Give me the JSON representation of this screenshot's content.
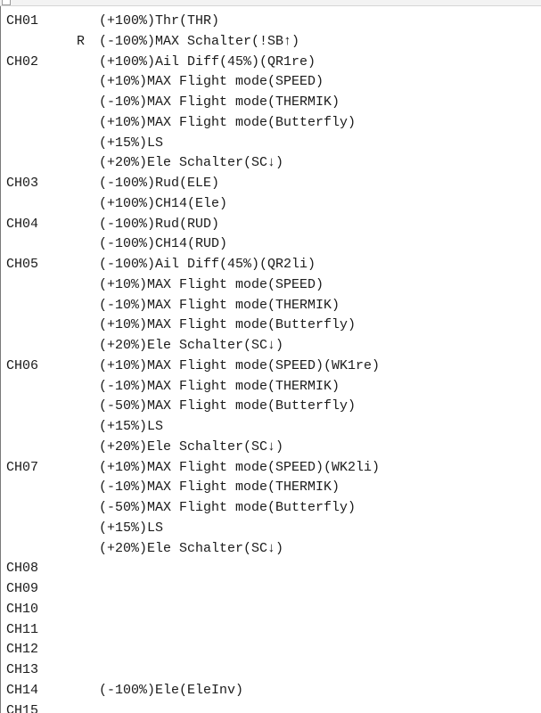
{
  "lines": [
    {
      "ch": "CH01",
      "flag": "",
      "mix": "(+100%)Thr(THR)"
    },
    {
      "ch": "",
      "flag": "R",
      "mix": "(-100%)MAX Schalter(!SB↑)"
    },
    {
      "ch": "CH02",
      "flag": "",
      "mix": "(+100%)Ail Diff(45%)(QR1re)"
    },
    {
      "ch": "",
      "flag": "",
      "mix": "(+10%)MAX Flight mode(SPEED)"
    },
    {
      "ch": "",
      "flag": "",
      "mix": "(-10%)MAX Flight mode(THERMIK)"
    },
    {
      "ch": "",
      "flag": "",
      "mix": "(+10%)MAX Flight mode(Butterfly)"
    },
    {
      "ch": "",
      "flag": "",
      "mix": "(+15%)LS"
    },
    {
      "ch": "",
      "flag": "",
      "mix": "(+20%)Ele Schalter(SC↓)"
    },
    {
      "ch": "CH03",
      "flag": "",
      "mix": "(-100%)Rud(ELE)"
    },
    {
      "ch": "",
      "flag": "",
      "mix": "(+100%)CH14(Ele)"
    },
    {
      "ch": "CH04",
      "flag": "",
      "mix": "(-100%)Rud(RUD)"
    },
    {
      "ch": "",
      "flag": "",
      "mix": "(-100%)CH14(RUD)"
    },
    {
      "ch": "CH05",
      "flag": "",
      "mix": "(-100%)Ail Diff(45%)(QR2li)"
    },
    {
      "ch": "",
      "flag": "",
      "mix": "(+10%)MAX Flight mode(SPEED)"
    },
    {
      "ch": "",
      "flag": "",
      "mix": "(-10%)MAX Flight mode(THERMIK)"
    },
    {
      "ch": "",
      "flag": "",
      "mix": "(+10%)MAX Flight mode(Butterfly)"
    },
    {
      "ch": "",
      "flag": "",
      "mix": "(+20%)Ele Schalter(SC↓)"
    },
    {
      "ch": "CH06",
      "flag": "",
      "mix": "(+10%)MAX Flight mode(SPEED)(WK1re)"
    },
    {
      "ch": "",
      "flag": "",
      "mix": "(-10%)MAX Flight mode(THERMIK)"
    },
    {
      "ch": "",
      "flag": "",
      "mix": "(-50%)MAX Flight mode(Butterfly)"
    },
    {
      "ch": "",
      "flag": "",
      "mix": "(+15%)LS"
    },
    {
      "ch": "",
      "flag": "",
      "mix": "(+20%)Ele Schalter(SC↓)"
    },
    {
      "ch": "CH07",
      "flag": "",
      "mix": "(+10%)MAX Flight mode(SPEED)(WK2li)"
    },
    {
      "ch": "",
      "flag": "",
      "mix": "(-10%)MAX Flight mode(THERMIK)"
    },
    {
      "ch": "",
      "flag": "",
      "mix": "(-50%)MAX Flight mode(Butterfly)"
    },
    {
      "ch": "",
      "flag": "",
      "mix": "(+15%)LS"
    },
    {
      "ch": "",
      "flag": "",
      "mix": "(+20%)Ele Schalter(SC↓)"
    },
    {
      "ch": "CH08",
      "flag": "",
      "mix": ""
    },
    {
      "ch": "CH09",
      "flag": "",
      "mix": ""
    },
    {
      "ch": "CH10",
      "flag": "",
      "mix": ""
    },
    {
      "ch": "CH11",
      "flag": "",
      "mix": ""
    },
    {
      "ch": "CH12",
      "flag": "",
      "mix": ""
    },
    {
      "ch": "CH13",
      "flag": "",
      "mix": ""
    },
    {
      "ch": "CH14",
      "flag": "",
      "mix": "(-100%)Ele(EleInv)"
    },
    {
      "ch": "CH15",
      "flag": "",
      "mix": ""
    }
  ]
}
